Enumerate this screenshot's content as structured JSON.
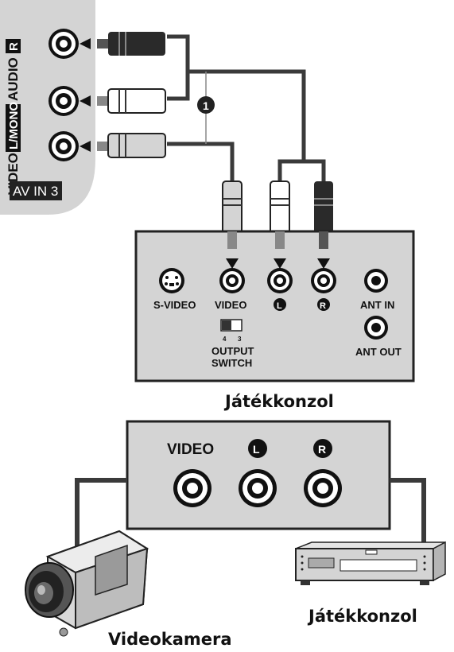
{
  "tv_side_panel": {
    "jack_labels": {
      "video": "VIDEO",
      "lmono": "L/MONO",
      "audio": "AUDIO",
      "r": "R"
    },
    "input_label": "AV IN 3"
  },
  "cable_callout": "1",
  "console_panel": {
    "svideo": "S-VIDEO",
    "video": "VIDEO",
    "l": "L",
    "r": "R",
    "ant_in": "ANT IN",
    "ant_out": "ANT OUT",
    "switch_left": "4",
    "switch_right": "3",
    "switch_label_1": "OUTPUT",
    "switch_label_2": "SWITCH",
    "caption": "Játékkonzol"
  },
  "lower_panel": {
    "video": "VIDEO",
    "l": "L",
    "r": "R"
  },
  "camcorder_caption": "Videokamera",
  "vcr_caption": "Játékkonzol",
  "colors": {
    "panel": "#d4d4d4",
    "cable": "#3a3a3a",
    "red_plug": "#2a2a2a",
    "white_plug": "#ffffff"
  }
}
